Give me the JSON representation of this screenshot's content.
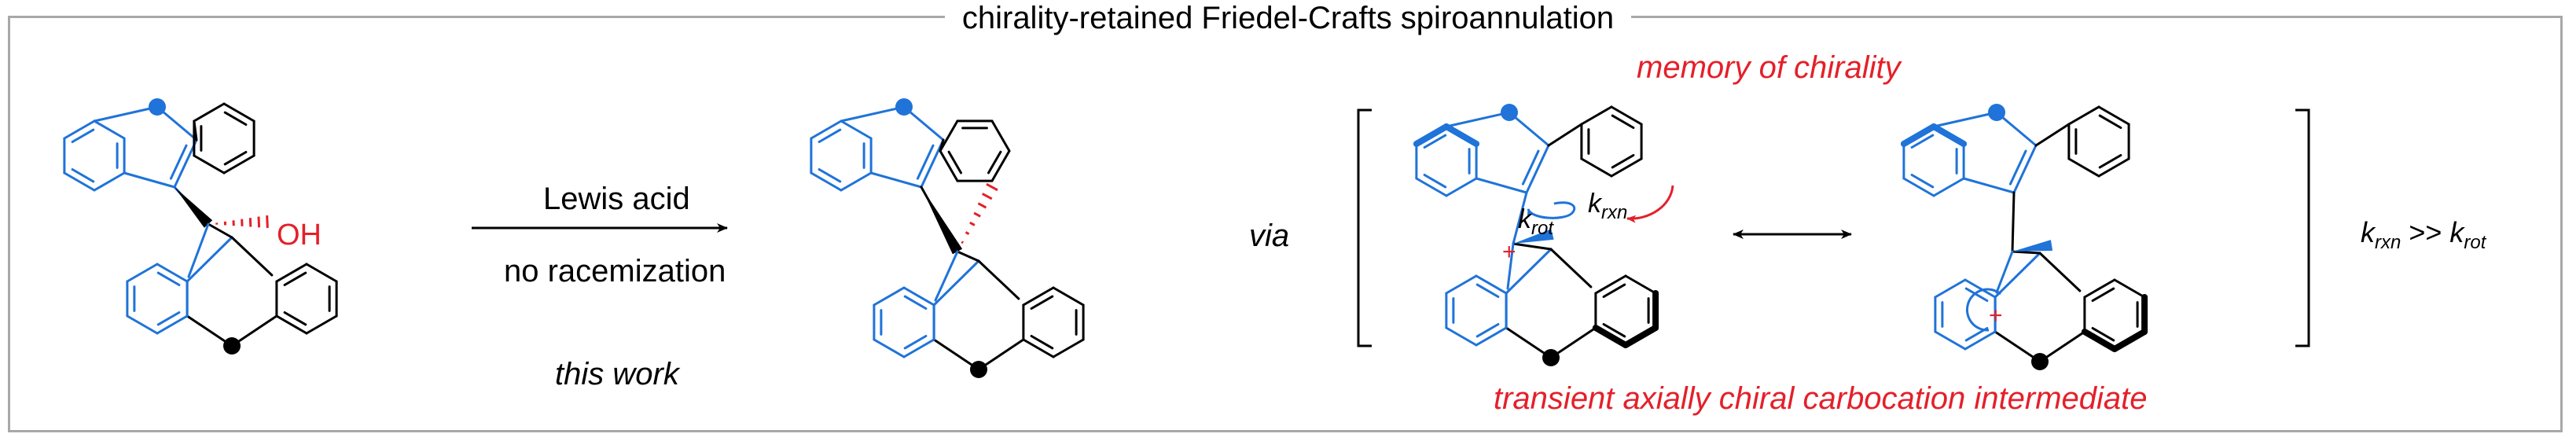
{
  "title": "chirality-retained Friedel-Crafts spiroannulation",
  "reagent_top": "Lewis acid",
  "reagent_bottom": "no racemization",
  "this_work": "this work",
  "via": "via",
  "memory": "memory of chirality",
  "intermediate": "transient axially chiral carbocation intermediate",
  "oh_label": "OH",
  "plus": "+",
  "k_rot": "k",
  "k_rot_sub": "rot",
  "k_rxn": "k",
  "k_rxn_sub": "rxn",
  "rate_relation": {
    "k1": "k",
    "sub1": "rxn",
    "op": " >> ",
    "k2": "k",
    "sub2": "rot"
  },
  "colors": {
    "blue": "#1f73d9",
    "black": "#000000",
    "red": "#e4202a",
    "frame": "#a8a8a8"
  }
}
